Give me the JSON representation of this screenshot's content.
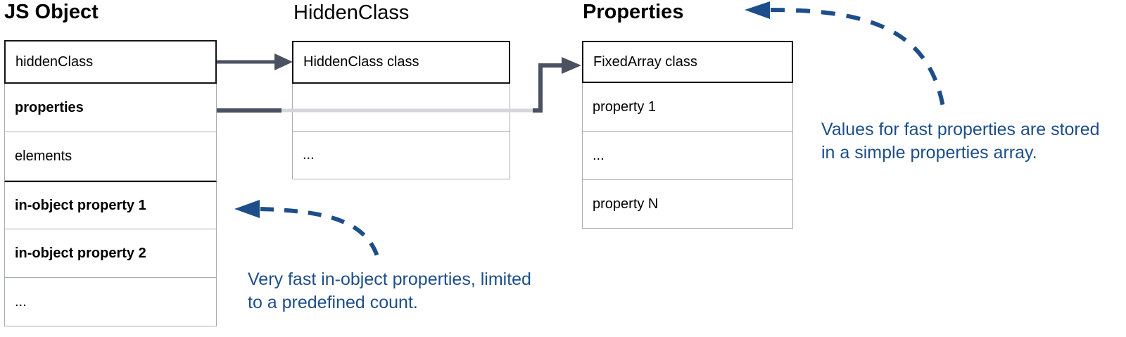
{
  "diagram": {
    "title_js_object": "JS Object",
    "title_hiddenclass": "HiddenClass",
    "title_properties": "Properties",
    "colors": {
      "annotation_blue": "#1d4e89",
      "connector_dark": "#4a5160",
      "connector_light": "#d4d6d9",
      "border_light": "#a8adb4",
      "border_dark": "#111418"
    },
    "js_object": {
      "rows": [
        {
          "label": "hiddenClass",
          "style": "header"
        },
        {
          "label": "properties",
          "style": "strong"
        },
        {
          "label": "elements",
          "style": "normal"
        },
        {
          "label": "in-object property 1",
          "style": "strong"
        },
        {
          "label": "in-object property 2",
          "style": "strong"
        },
        {
          "label": "...",
          "style": "normal"
        }
      ]
    },
    "hiddenclass": {
      "rows": [
        {
          "label": "HiddenClass class",
          "style": "header"
        },
        {
          "label": "...",
          "style": "normal"
        },
        {
          "label": "...",
          "style": "normal"
        }
      ]
    },
    "properties": {
      "rows": [
        {
          "label": "FixedArray class",
          "style": "header"
        },
        {
          "label": "property 1",
          "style": "normal"
        },
        {
          "label": "...",
          "style": "normal"
        },
        {
          "label": "property N",
          "style": "normal"
        }
      ]
    },
    "annotations": {
      "properties_note": "Values for fast properties are stored in a simple properties array.",
      "in_object_note": "Very fast in-object properties, limited to a predefined count."
    }
  }
}
